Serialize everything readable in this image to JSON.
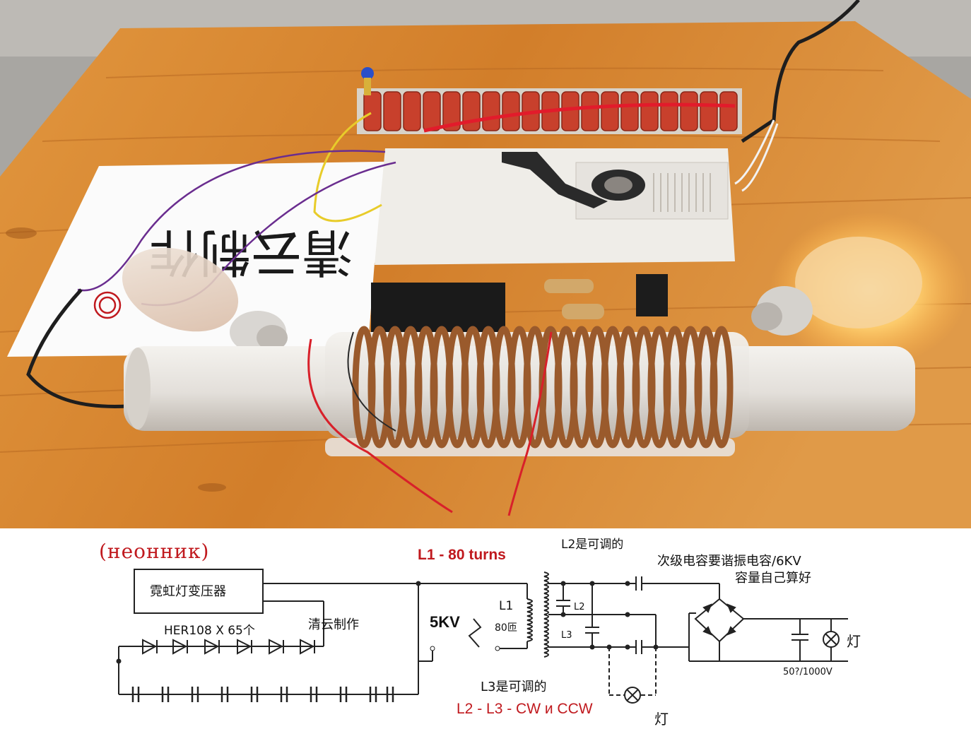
{
  "photo": {
    "sign_text": "清云制作",
    "colors": {
      "table": "#d9822e",
      "coil_wire": "#9a5a2c",
      "pipe": "#e8e4e0",
      "capacitor": "#c8402c",
      "bulb_glow": "#ffcf6e"
    }
  },
  "schematic": {
    "title": "(неонник)",
    "transformer_label": "霓虹灯变压器",
    "diode_label": "HER108  X 65个",
    "author_label": "清云制作",
    "voltage_label": "5KV",
    "l1_turns_label": "L1 - 80 turns",
    "l1_label": "L1",
    "l1_turns_cn": "80匝",
    "l2_adjustable": "L2是可调的",
    "l2_label": "L2",
    "l3_label": "L3",
    "l3_adjustable": "L3是可调的",
    "winding_note": "L2 - L3 - CW и CCW",
    "resonance_note_1": "次级电容要谐振电容/6KV",
    "resonance_note_2": "容量自己算好",
    "capacitor_value": "50?/1000V",
    "lamp_label_right": "灯",
    "lamp_label_bottom": "灯",
    "colors": {
      "accent_red": "#c0191e",
      "line": "#222222"
    }
  }
}
